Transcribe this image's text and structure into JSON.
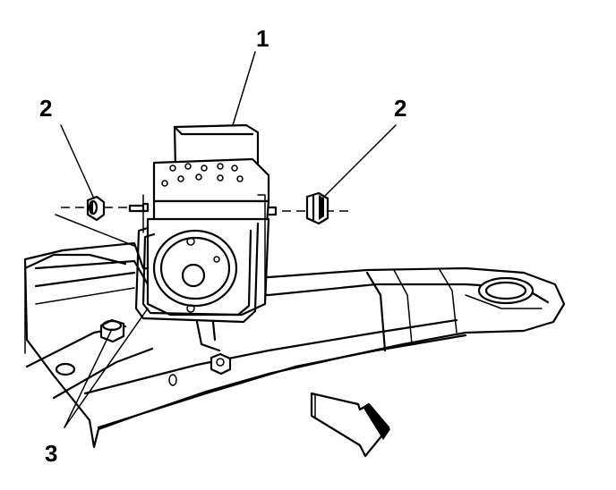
{
  "callouts": {
    "c1": "1",
    "c2_left": "2",
    "c2_right": "2",
    "c3": "3"
  },
  "colors": {
    "ink": "#000000",
    "paper": "#ffffff"
  }
}
